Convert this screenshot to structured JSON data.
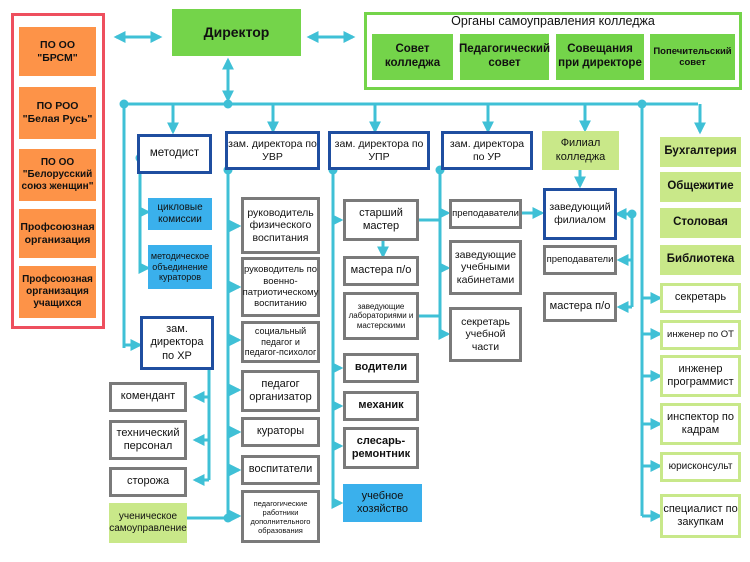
{
  "director": "Директор",
  "self_government": {
    "title": "Органы самоуправления колледжа",
    "bodies": [
      "Совет колледжа",
      "Педагогический совет",
      "Совещания при директоре",
      "Попечительский совет"
    ]
  },
  "public_orgs": [
    "ПО ОО \"БРСМ\"",
    "ПО РОО \"Белая Русь\"",
    "ПО ОО \"Белорусский союз женщин\"",
    "Профсоюзная организация",
    "Профсоюзная организация учащихся"
  ],
  "metodist": {
    "title": "методист",
    "items": [
      "цикловые комиссии",
      "методическое объединение кураторов"
    ]
  },
  "deputy_hr": {
    "title": "зам. директора по ХР",
    "items": [
      "комендант",
      "технический персонал",
      "сторожа",
      "ученическое самоуправление"
    ]
  },
  "deputy_uvr": {
    "title": "зам. директора по УВР",
    "items": [
      "руководитель физического воспитания",
      "руководитель по военно-патриотическому воспитанию",
      "социальный педагог и педагог-психолог",
      "педагог организатор",
      "кураторы",
      "воспитатели",
      "педагогические работники дополнительного образования"
    ]
  },
  "deputy_upr": {
    "title": "зам. директора по УПР",
    "senior": "старший мастер",
    "masters": "мастера п/о",
    "lab_heads": "заведующие лабораториями и мастерскими",
    "workers": [
      "водители",
      "механик",
      "слесарь-ремонтник"
    ],
    "farm": "учебное хозяйство"
  },
  "deputy_ur": {
    "title": "зам. директора по УР",
    "items": [
      "преподаватели",
      "заведующие учебными кабинетами",
      "секретарь учебной части"
    ]
  },
  "branch": {
    "title": "Филиал колледжа",
    "head": "заведующий филиалом",
    "items": [
      "преподаватели",
      "мастера п/о"
    ]
  },
  "services": [
    "Бухгалтерия",
    "Общежитие",
    "Столовая",
    "Библиотека"
  ],
  "staff": [
    "секретарь",
    "инженер по ОТ",
    "инженер программист",
    "инспектор по кадрам",
    "юрисконсульт",
    "специалист по закупкам"
  ],
  "colors": {
    "lines": "#3fc0d6",
    "dark_blue_border": "#1f4ea0",
    "gray_border": "#7a7a7a",
    "green": "#74d44a",
    "light_green": "#c9e889",
    "sky_blue": "#3ab0ec",
    "orange": "#fd9348",
    "red_frame": "#ee4f5e"
  }
}
